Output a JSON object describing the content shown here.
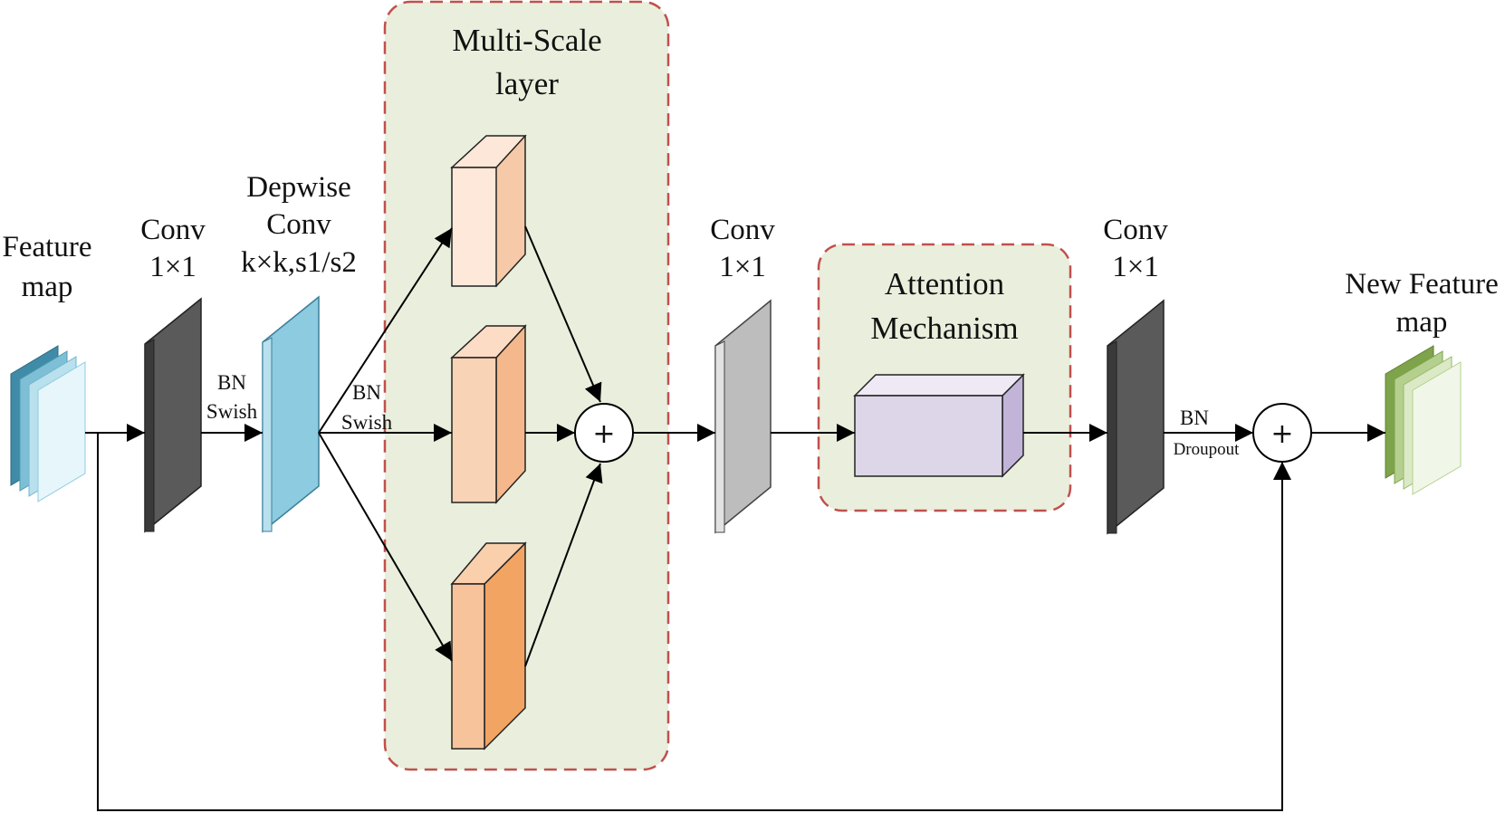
{
  "labels": {
    "input": [
      "Feature",
      "map"
    ],
    "conv1": [
      "Conv",
      "1×1"
    ],
    "depwise": [
      "Depwise",
      "Conv",
      "k×k,s1/s2"
    ],
    "act1": [
      "BN",
      "Swish"
    ],
    "act2": [
      "BN",
      "Swish"
    ],
    "multiscale": [
      "Multi-Scale",
      "layer"
    ],
    "conv2": [
      "Conv",
      "1×1"
    ],
    "attention": [
      "Attention",
      "Mechanism"
    ],
    "conv3": [
      "Conv",
      "1×1"
    ],
    "act3": [
      "BN",
      "Droupout"
    ],
    "output": [
      "New Feature",
      "map"
    ],
    "plus1": "+",
    "plus2": "+"
  },
  "colors": {
    "conv_dark": "#5a5a5a",
    "conv_light": "#bdbdbd",
    "depwise": "#8ccbe0",
    "input_map": "#4a9bb6",
    "output_map": "#7ea34a",
    "ms_branch_1": "#f6cdb0",
    "ms_branch_2": "#f5b88c",
    "ms_branch_3": "#f2a463",
    "attention_box": "#dcd6e8",
    "region_fill": "#e9efdc",
    "region_border": "#c0504d"
  }
}
